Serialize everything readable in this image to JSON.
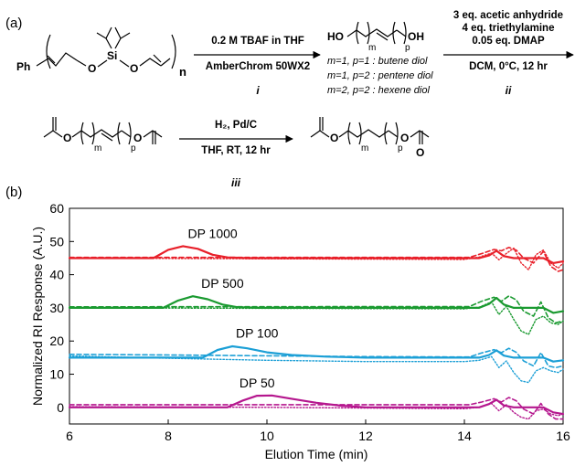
{
  "scheme": {
    "panel_a_label": "(a)",
    "panel_b_label": "(b)",
    "ph": "Ph",
    "si": "Si",
    "o": "O",
    "n": "n",
    "step1": {
      "above": "0.2 M TBAF in THF",
      "below": "AmberChrom 50WX2",
      "roman": "i"
    },
    "diol": {
      "ho": "HO",
      "oh": "OH",
      "m": "m",
      "p": "p",
      "notes": [
        "m=1, p=1 : butene diol",
        "m=1, p=2 : pentene diol",
        "m=2, p=2 : hexene diol"
      ]
    },
    "step2": {
      "lines": [
        "3 eq. acetic anhydride",
        "4 eq. triethylamine",
        "0.05 eq. DMAP"
      ],
      "below": "DCM, 0°C, 12 hr",
      "roman": "ii"
    },
    "step3": {
      "above": "H₂, Pd/C",
      "below": "THF, RT, 12 hr",
      "roman": "iii"
    }
  },
  "chart_data": {
    "type": "line",
    "xlabel": "Elution Time (min)",
    "ylabel": "Normalized RI Response (A.U.)",
    "xlim": [
      6,
      16
    ],
    "ylim": [
      -5,
      60
    ],
    "xticks": [
      6,
      8,
      10,
      12,
      14,
      16
    ],
    "yticks": [
      0,
      10,
      20,
      30,
      40,
      50,
      60
    ],
    "grid": false,
    "annotations": [
      {
        "text": "DP 1000",
        "x": 8.9,
        "y": 51
      },
      {
        "text": "DP 500",
        "x": 9.1,
        "y": 36
      },
      {
        "text": "DP 100",
        "x": 9.8,
        "y": 21
      },
      {
        "text": "DP 50",
        "x": 9.8,
        "y": 6
      }
    ],
    "series": [
      {
        "offset": 45,
        "color": "#e8202a",
        "solid": [
          [
            6,
            0
          ],
          [
            7.7,
            0
          ],
          [
            8.0,
            2.5
          ],
          [
            8.3,
            3.6
          ],
          [
            8.6,
            2.8
          ],
          [
            8.9,
            1
          ],
          [
            9.2,
            0.2
          ],
          [
            9.6,
            0
          ],
          [
            14.3,
            0
          ],
          [
            14.5,
            0.8
          ],
          [
            14.65,
            2.2
          ],
          [
            14.8,
            0.6
          ],
          [
            15.0,
            0
          ],
          [
            15.6,
            0
          ],
          [
            15.8,
            -1.5
          ],
          [
            16,
            -1
          ]
        ],
        "dashed": [
          [
            6,
            0.2
          ],
          [
            14.1,
            0.2
          ],
          [
            14.4,
            1.6
          ],
          [
            14.6,
            2.6
          ],
          [
            14.75,
            2.2
          ],
          [
            14.9,
            3.2
          ],
          [
            15.05,
            2.4
          ],
          [
            15.2,
            0
          ],
          [
            15.4,
            -1.5
          ],
          [
            15.6,
            2
          ],
          [
            15.75,
            -2.5
          ],
          [
            15.9,
            -4
          ],
          [
            16,
            -3.5
          ]
        ],
        "dotted": [
          [
            6,
            0
          ],
          [
            14.0,
            -0.4
          ],
          [
            14.3,
            0.3
          ],
          [
            14.55,
            1.5
          ],
          [
            14.7,
            -0.5
          ],
          [
            14.85,
            1.4
          ],
          [
            15.0,
            3
          ],
          [
            15.15,
            -1.5
          ],
          [
            15.3,
            -3.5
          ],
          [
            15.45,
            1
          ],
          [
            15.6,
            2.4
          ],
          [
            15.75,
            -1.5
          ],
          [
            15.9,
            -3
          ],
          [
            16,
            -1.5
          ]
        ]
      },
      {
        "offset": 30,
        "color": "#1a9a30",
        "solid": [
          [
            6,
            0
          ],
          [
            7.9,
            0
          ],
          [
            8.2,
            2.2
          ],
          [
            8.5,
            3.5
          ],
          [
            8.8,
            2.6
          ],
          [
            9.1,
            1
          ],
          [
            9.4,
            0.2
          ],
          [
            9.8,
            0
          ],
          [
            14.3,
            0
          ],
          [
            14.5,
            1.2
          ],
          [
            14.65,
            3
          ],
          [
            14.8,
            1
          ],
          [
            15.0,
            0
          ],
          [
            15.6,
            0
          ],
          [
            15.8,
            -1.5
          ],
          [
            16,
            -1
          ]
        ],
        "dashed": [
          [
            6,
            0.3
          ],
          [
            14.1,
            0.4
          ],
          [
            14.35,
            2
          ],
          [
            14.6,
            3.2
          ],
          [
            14.75,
            2
          ],
          [
            14.9,
            3.6
          ],
          [
            15.05,
            2.4
          ],
          [
            15.2,
            -1
          ],
          [
            15.4,
            -2.5
          ],
          [
            15.55,
            1.8
          ],
          [
            15.7,
            -3
          ],
          [
            15.85,
            -4.5
          ],
          [
            16,
            -4
          ]
        ],
        "dotted": [
          [
            6,
            0
          ],
          [
            14.0,
            -0.3
          ],
          [
            14.3,
            0.2
          ],
          [
            14.55,
            1.8
          ],
          [
            14.7,
            -2
          ],
          [
            14.85,
            0.5
          ],
          [
            15.0,
            -3.5
          ],
          [
            15.15,
            -7
          ],
          [
            15.3,
            -8
          ],
          [
            15.45,
            -3.5
          ],
          [
            15.6,
            -2.5
          ],
          [
            15.75,
            -4.5
          ],
          [
            15.9,
            -5
          ],
          [
            16,
            -4
          ]
        ]
      },
      {
        "offset": 15,
        "color": "#1b9fd6",
        "solid": [
          [
            6,
            0
          ],
          [
            8.7,
            0
          ],
          [
            9.0,
            2.3
          ],
          [
            9.3,
            3.4
          ],
          [
            9.6,
            2.8
          ],
          [
            10.0,
            1.6
          ],
          [
            10.5,
            0.8
          ],
          [
            11.2,
            0.3
          ],
          [
            12,
            0
          ],
          [
            14.3,
            0
          ],
          [
            14.5,
            0.8
          ],
          [
            14.65,
            2.2
          ],
          [
            14.8,
            0.6
          ],
          [
            15.0,
            0
          ],
          [
            15.6,
            0
          ],
          [
            15.8,
            -1.2
          ],
          [
            16,
            -0.8
          ]
        ],
        "dashed": [
          [
            6,
            1
          ],
          [
            8,
            0.8
          ],
          [
            12,
            0.3
          ],
          [
            14.1,
            0.2
          ],
          [
            14.35,
            1.4
          ],
          [
            14.6,
            2.4
          ],
          [
            14.75,
            1.5
          ],
          [
            14.9,
            2.8
          ],
          [
            15.05,
            1.6
          ],
          [
            15.2,
            -1
          ],
          [
            15.4,
            -2.5
          ],
          [
            15.55,
            1.5
          ],
          [
            15.7,
            -2.5
          ],
          [
            15.85,
            -3
          ],
          [
            16,
            -2.5
          ]
        ],
        "dotted": [
          [
            6,
            0.5
          ],
          [
            8,
            -0.2
          ],
          [
            10,
            -0.8
          ],
          [
            12,
            -1.2
          ],
          [
            14.0,
            -1.2
          ],
          [
            14.3,
            -0.8
          ],
          [
            14.55,
            0.3
          ],
          [
            14.7,
            -3
          ],
          [
            14.85,
            -1
          ],
          [
            15.0,
            -4.5
          ],
          [
            15.15,
            -7
          ],
          [
            15.3,
            -7.5
          ],
          [
            15.45,
            -4
          ],
          [
            15.6,
            -3
          ],
          [
            15.75,
            -4
          ],
          [
            15.9,
            -4.5
          ],
          [
            16,
            -3.5
          ]
        ]
      },
      {
        "offset": 0,
        "color": "#b5178e",
        "solid": [
          [
            6,
            0
          ],
          [
            9.2,
            0
          ],
          [
            9.5,
            2
          ],
          [
            9.8,
            3.5
          ],
          [
            10.1,
            3.6
          ],
          [
            10.5,
            2.6
          ],
          [
            11.0,
            1.4
          ],
          [
            11.5,
            0.5
          ],
          [
            12,
            0
          ],
          [
            14.3,
            0
          ],
          [
            14.5,
            1
          ],
          [
            14.65,
            2.3
          ],
          [
            14.8,
            0.6
          ],
          [
            15.0,
            0
          ],
          [
            15.6,
            0
          ],
          [
            15.8,
            -1.5
          ],
          [
            16,
            -2
          ]
        ],
        "dashed": [
          [
            6,
            0.8
          ],
          [
            10,
            0.8
          ],
          [
            14.1,
            0.8
          ],
          [
            14.35,
            1.6
          ],
          [
            14.6,
            2.6
          ],
          [
            14.75,
            1.6
          ],
          [
            14.9,
            3
          ],
          [
            15.05,
            2
          ],
          [
            15.2,
            -0.5
          ],
          [
            15.4,
            -2
          ],
          [
            15.55,
            1.2
          ],
          [
            15.7,
            -2
          ],
          [
            15.85,
            -3.5
          ],
          [
            16,
            -3.5
          ]
        ],
        "dotted": [
          [
            6,
            0.2
          ],
          [
            10,
            0
          ],
          [
            14.0,
            -0.4
          ],
          [
            14.3,
            0
          ],
          [
            14.55,
            1.2
          ],
          [
            14.7,
            -1
          ],
          [
            14.85,
            0.8
          ],
          [
            15.0,
            -1.5
          ],
          [
            15.15,
            -3
          ],
          [
            15.3,
            -3.5
          ],
          [
            15.45,
            -1
          ],
          [
            15.6,
            -0.5
          ],
          [
            15.75,
            -2
          ],
          [
            15.9,
            -2.5
          ],
          [
            16,
            -2
          ]
        ]
      }
    ]
  }
}
